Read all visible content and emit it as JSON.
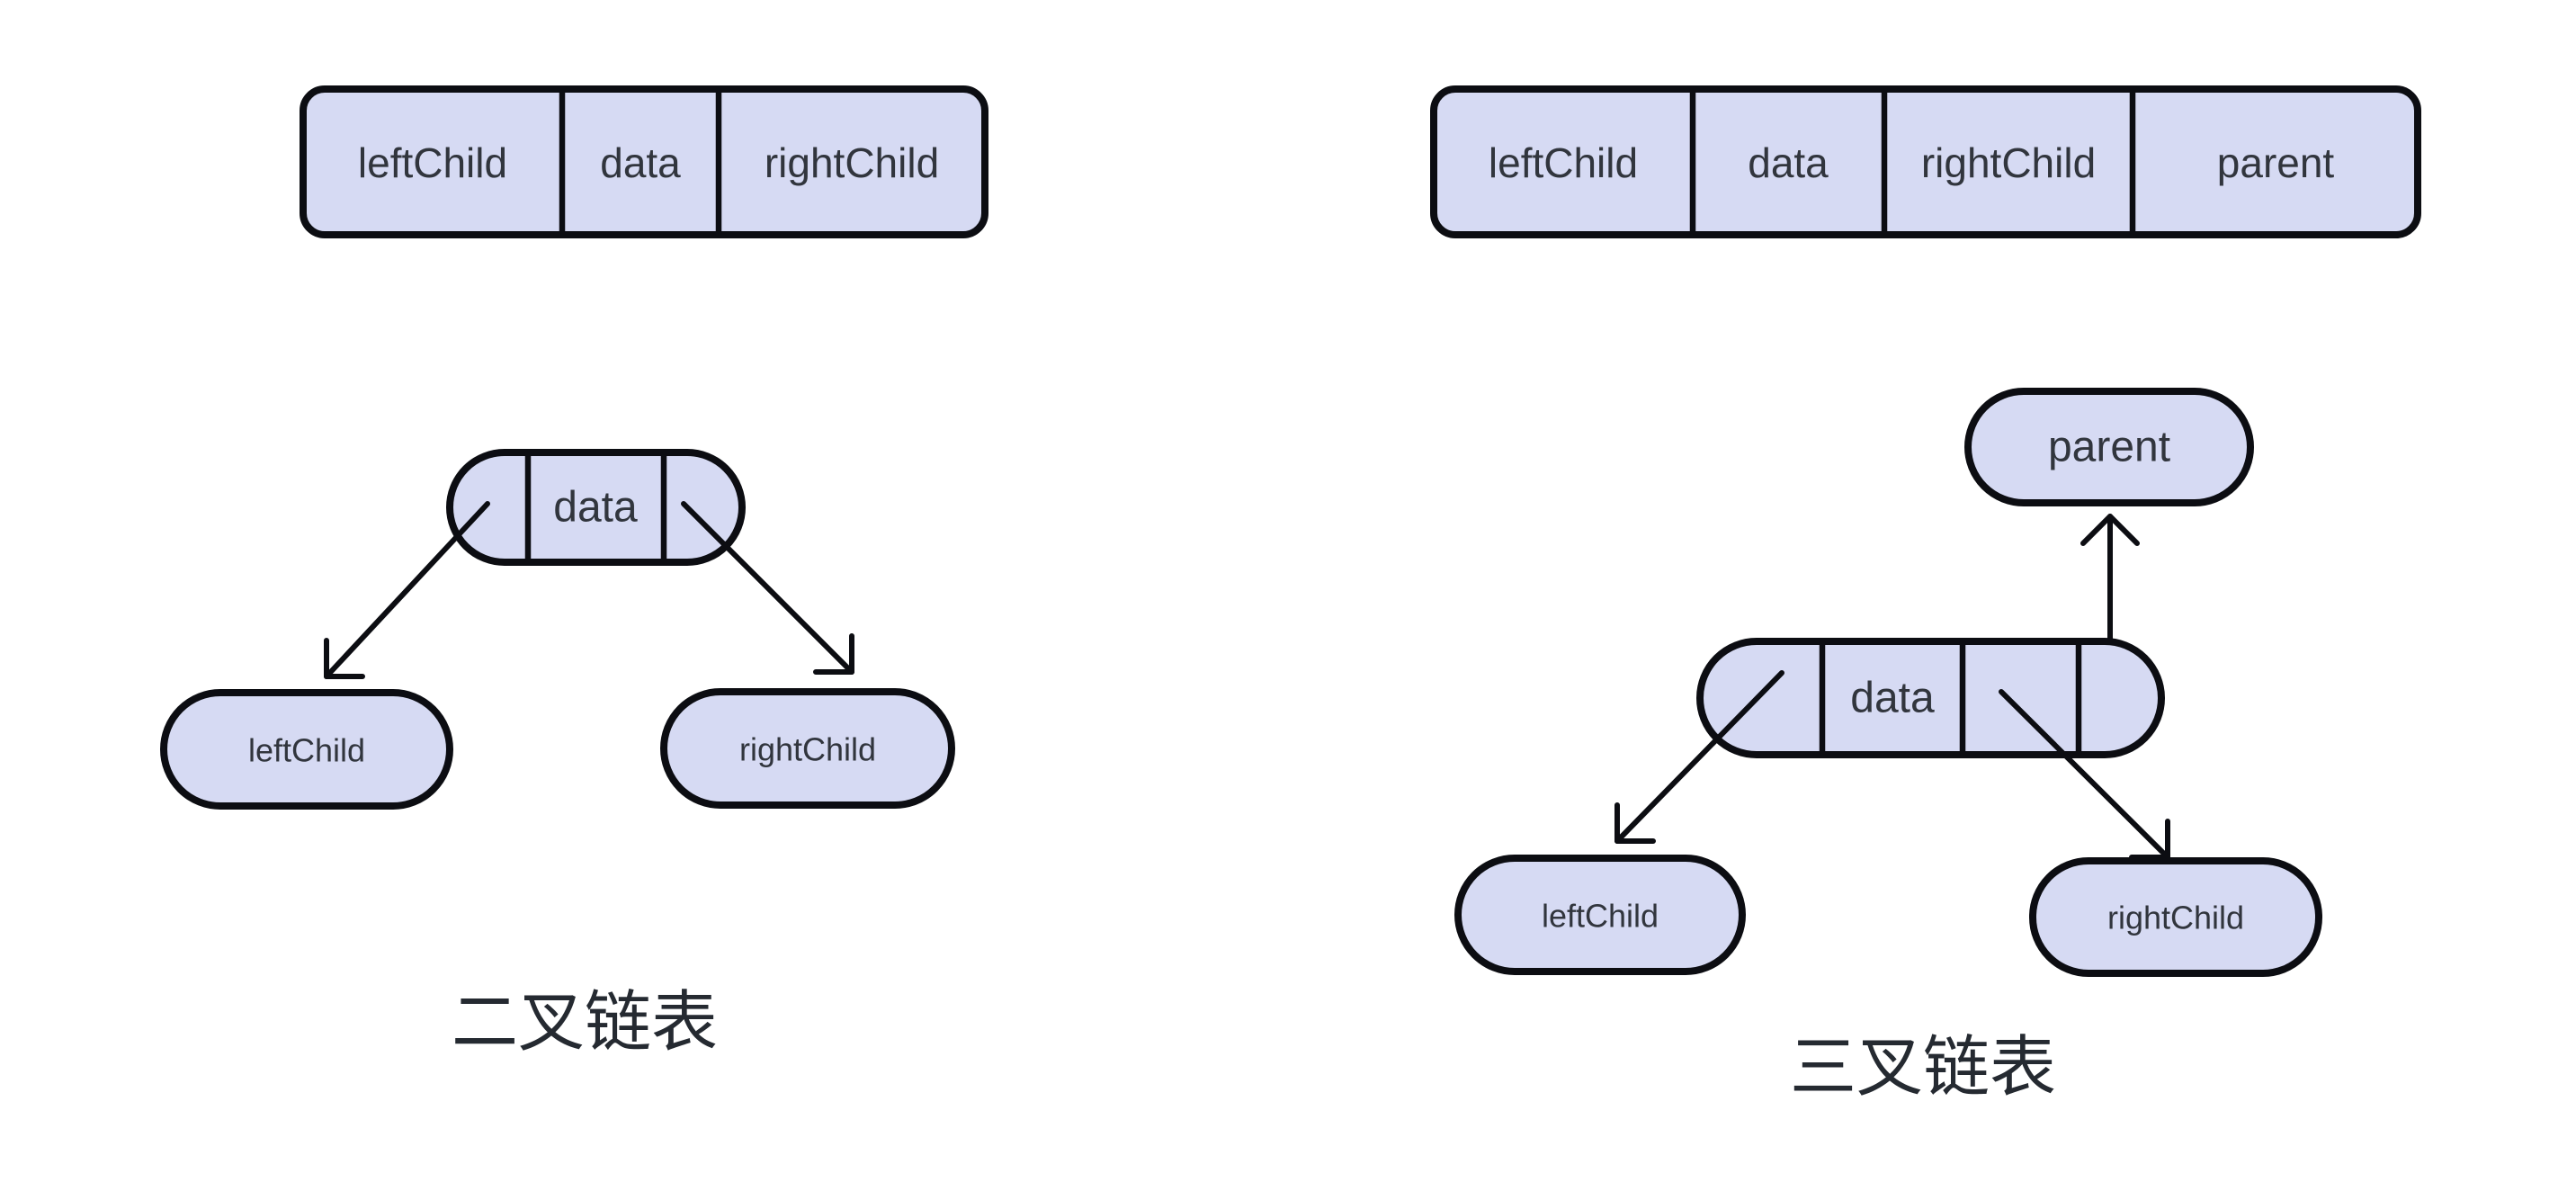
{
  "colors": {
    "background": "#ffffff",
    "node_fill": "#d6daf3",
    "stroke": "#0c0d12",
    "cell_text": "#31353d",
    "caption_text": "#252a31"
  },
  "binary": {
    "caption": "二叉链表",
    "record_cells": [
      "leftChild",
      "data",
      "rightChild"
    ],
    "node_data": "data",
    "left_child": "leftChild",
    "right_child": "rightChild"
  },
  "ternary": {
    "caption": "三叉链表",
    "record_cells": [
      "leftChild",
      "data",
      "rightChild",
      "parent"
    ],
    "node_data": "data",
    "left_child": "leftChild",
    "right_child": "rightChild",
    "parent": "parent"
  }
}
